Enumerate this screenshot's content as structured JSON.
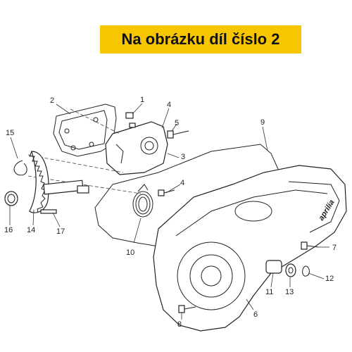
{
  "banner": {
    "text": "Na obrázku díl číslo 2",
    "color": "#f7c600"
  },
  "callouts": [
    "1",
    "2",
    "3",
    "4",
    "5",
    "9",
    "15",
    "4",
    "14",
    "16",
    "17",
    "10",
    "7",
    "11",
    "12",
    "13",
    "6",
    "8"
  ],
  "logo": {
    "text": "aprilia"
  }
}
